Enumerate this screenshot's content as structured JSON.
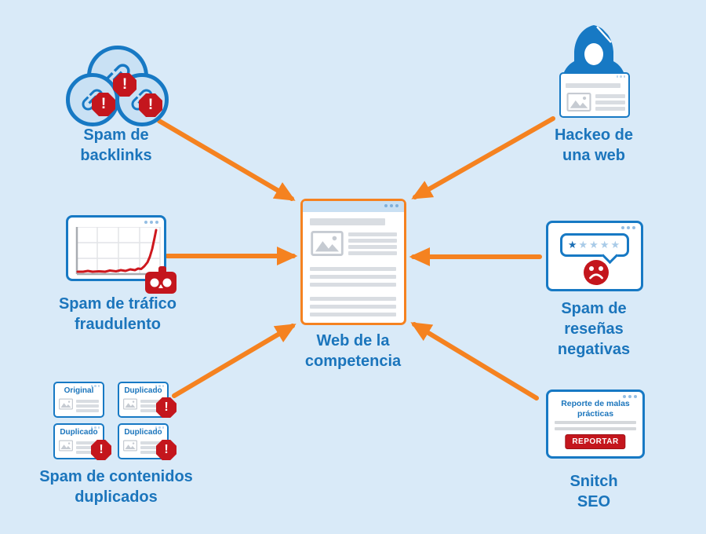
{
  "colors": {
    "background": "#D9EAF8",
    "blue": "#1779C4",
    "text_blue": "#1B75BC",
    "light_blue_fill": "#C9E1F4",
    "orange": "#F58220",
    "red": "#C4161D",
    "gray_line": "#D9DDE2"
  },
  "labels": {
    "backlinks": "Spam de\nbacklinks",
    "hacker": "Hackeo de\nuna web",
    "traffic": "Spam de tráfico\nfraudulento",
    "reviews": "Spam de\nreseñas\nnegativas",
    "duplicates": "Spam de contenidos\nduplicados",
    "snitch": "Snitch\nSEO",
    "center": "Web de la\ncompetencia"
  },
  "badge": {
    "glyph": "!"
  },
  "duplicates": {
    "cards": [
      {
        "label": "Original",
        "flagged": false
      },
      {
        "label": "Duplicado",
        "flagged": true
      },
      {
        "label": "Duplicado",
        "flagged": true
      },
      {
        "label": "Duplicado",
        "flagged": true
      }
    ]
  },
  "reviews": {
    "star_glyph": "★",
    "stars_filled": 1,
    "stars_total": 5
  },
  "snitch": {
    "title": "Reporte de malas\nprácticas",
    "button": "REPORTAR"
  },
  "connections": [
    {
      "from": "backlinks",
      "to": "center"
    },
    {
      "from": "hacker",
      "to": "center"
    },
    {
      "from": "traffic",
      "to": "center"
    },
    {
      "from": "reviews",
      "to": "center"
    },
    {
      "from": "duplicates",
      "to": "center"
    },
    {
      "from": "snitch",
      "to": "center"
    }
  ]
}
